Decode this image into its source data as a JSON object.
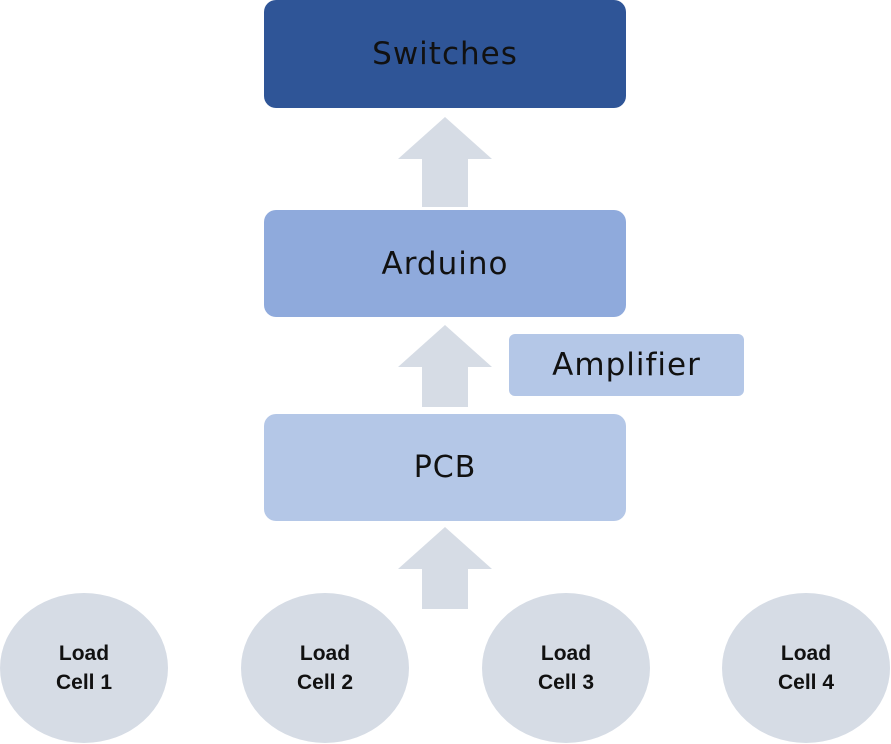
{
  "colors": {
    "switches_fill": "#2F5597",
    "arduino_fill": "#8FAADC",
    "pcb_fill": "#B4C7E7",
    "amplifier_fill": "#B4C7E7",
    "arrow_fill": "#D6DCE5",
    "load_cell_fill": "#D6DCE5"
  },
  "nodes": {
    "switches": "Switches",
    "arduino": "Arduino",
    "amplifier": "Amplifier",
    "pcb": "PCB"
  },
  "load_cells": [
    {
      "line1": "Load",
      "line2": "Cell 1"
    },
    {
      "line1": "Load",
      "line2": "Cell 2"
    },
    {
      "line1": "Load",
      "line2": "Cell 3"
    },
    {
      "line1": "Load",
      "line2": "Cell 4"
    }
  ]
}
